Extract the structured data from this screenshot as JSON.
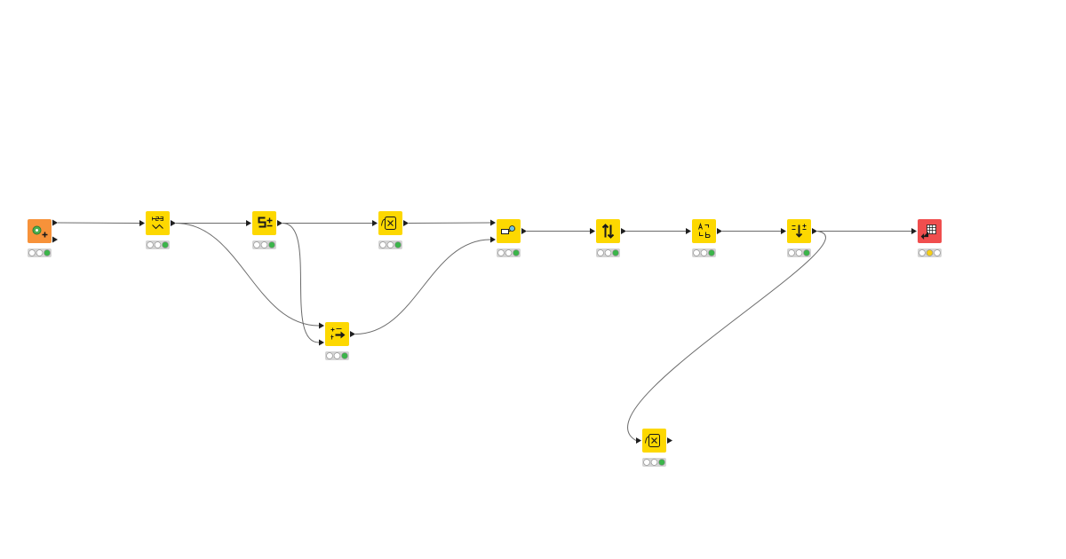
{
  "colors": {
    "source": "#f7923a",
    "manipulator": "#fdd800",
    "sink": "#f04e4e",
    "edge": "#6b6b6b",
    "port": "#1f1f1f",
    "status_bg": "#d4d4d4",
    "status_green": "#3bb54a",
    "status_yellow": "#f6cf17",
    "status_off": "#ffffff"
  },
  "nodes": [
    {
      "id": "n1",
      "name": "data-source-node",
      "kind": "source",
      "icon": "gear-plus-icon",
      "in": 0,
      "out": 2,
      "status": "green"
    },
    {
      "id": "n2",
      "name": "number-to-string-node",
      "kind": "manipulator",
      "icon": "number-convert-icon",
      "in": 1,
      "out": 1,
      "status": "green"
    },
    {
      "id": "n3",
      "name": "string-manip-node",
      "kind": "manipulator",
      "icon": "string-plus-icon",
      "in": 1,
      "out": 1,
      "status": "green"
    },
    {
      "id": "n4",
      "name": "formula-node-1",
      "kind": "manipulator",
      "icon": "formula-icon",
      "in": 1,
      "out": 1,
      "status": "green"
    },
    {
      "id": "n5",
      "name": "joiner-node",
      "kind": "manipulator",
      "icon": "link-icon",
      "in": 2,
      "out": 1,
      "status": "green"
    },
    {
      "id": "n6",
      "name": "sorter-node",
      "kind": "manipulator",
      "icon": "sort-arrows-icon",
      "in": 1,
      "out": 1,
      "status": "green"
    },
    {
      "id": "n7",
      "name": "column-rename-node",
      "kind": "manipulator",
      "icon": "rename-ab-icon",
      "in": 1,
      "out": 1,
      "status": "green"
    },
    {
      "id": "n8",
      "name": "column-resorter-node",
      "kind": "manipulator",
      "icon": "column-sort-icon",
      "in": 1,
      "out": 1,
      "status": "green"
    },
    {
      "id": "n9",
      "name": "table-writer-node",
      "kind": "sink",
      "icon": "table-grid-icon",
      "in": 1,
      "out": 0,
      "status": "yellow"
    },
    {
      "id": "n10",
      "name": "column-appender-node",
      "kind": "manipulator",
      "icon": "append-arrow-icon",
      "in": 2,
      "out": 1,
      "status": "green"
    },
    {
      "id": "n11",
      "name": "formula-node-2",
      "kind": "manipulator",
      "icon": "formula-icon",
      "in": 1,
      "out": 1,
      "status": "green"
    }
  ],
  "edges": [
    {
      "from": "n1",
      "out": 0,
      "to": "n2",
      "in": 0
    },
    {
      "from": "n2",
      "out": 0,
      "to": "n3",
      "in": 0
    },
    {
      "from": "n3",
      "out": 0,
      "to": "n4",
      "in": 0
    },
    {
      "from": "n4",
      "out": 0,
      "to": "n5",
      "in": 0
    },
    {
      "from": "n5",
      "out": 0,
      "to": "n6",
      "in": 0
    },
    {
      "from": "n6",
      "out": 0,
      "to": "n7",
      "in": 0
    },
    {
      "from": "n7",
      "out": 0,
      "to": "n8",
      "in": 0
    },
    {
      "from": "n8",
      "out": 0,
      "to": "n9",
      "in": 0
    },
    {
      "from": "n2",
      "out": 0,
      "to": "n10",
      "in": 0
    },
    {
      "from": "n3",
      "out": 0,
      "to": "n10",
      "in": 1
    },
    {
      "from": "n10",
      "out": 0,
      "to": "n5",
      "in": 1
    },
    {
      "from": "n8",
      "out": 0,
      "to": "n11",
      "in": 0
    }
  ]
}
